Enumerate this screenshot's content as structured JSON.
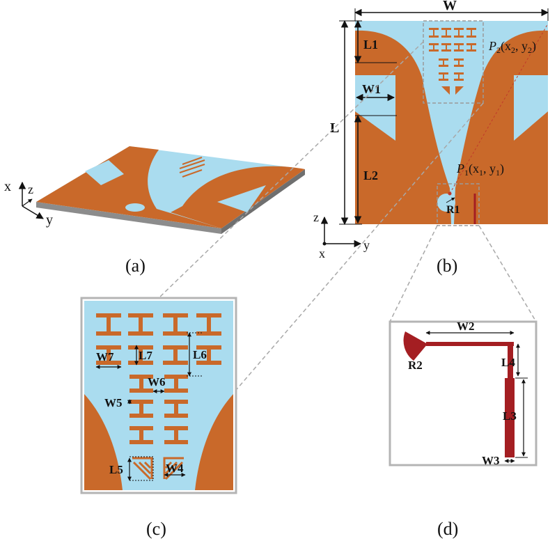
{
  "colors": {
    "copper": "#C9692A",
    "substrate": "#AADCEF",
    "feed": "#A41E22",
    "side": "#8C8C8C",
    "frame": "#B4B4B4"
  },
  "panel_a": {
    "caption": "(a)",
    "axes": {
      "x": "x",
      "y": "y",
      "z": "z"
    }
  },
  "panel_b": {
    "caption": "(b)",
    "labels": {
      "W": "W",
      "L": "L",
      "L1": "L1",
      "L2": "L2",
      "W1": "W1",
      "R1": "R1"
    },
    "points": {
      "p1": "P",
      "p1_sub": "1",
      "p1_coord": "(x",
      "p1_coord_sub": "1",
      "p1_coord_mid": ", y",
      "p1_coord_sub2": "1",
      "p1_coord_end": ")",
      "p2": "P",
      "p2_sub": "2",
      "p2_coord": "(x",
      "p2_coord_sub": "2",
      "p2_coord_mid": ", y",
      "p2_coord_sub2": "2",
      "p2_coord_end": ")"
    },
    "axes": {
      "z": "z",
      "y": "y",
      "x": "x"
    }
  },
  "panel_c": {
    "caption": "(c)",
    "labels": {
      "W7": "W7",
      "L7": "L7",
      "L6": "L6",
      "W6": "W6",
      "W5": "W5",
      "L5": "L5",
      "W4": "W4"
    }
  },
  "panel_d": {
    "caption": "(d)",
    "labels": {
      "W2": "W2",
      "R2": "R2",
      "L4": "L4",
      "L3": "L3",
      "W3": "W3"
    }
  }
}
